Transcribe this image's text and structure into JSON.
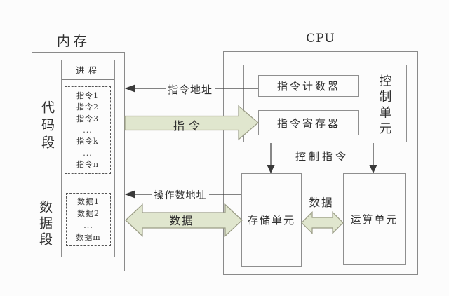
{
  "diagram": {
    "memory": {
      "title": "内存",
      "code_segment_label": "代码段",
      "data_segment_label": "数据段",
      "process": {
        "title": "进程",
        "instructions": [
          "指令1",
          "指令2",
          "指令3",
          "...",
          "指令k",
          "...",
          "指令n"
        ],
        "data_items": [
          "数据1",
          "数据2",
          "...",
          "数据m"
        ]
      }
    },
    "cpu": {
      "title": "CPU",
      "control_unit_label": "控制单元",
      "instruction_counter": "指令计数器",
      "instruction_register": "指令寄存器",
      "control_signal_label": "控制指令",
      "storage_unit": "存储单元",
      "alu_unit": "运算单元",
      "internal_data_label": "数据"
    },
    "buses": {
      "instruction_address": "指令地址",
      "instruction": "指令",
      "operand_address": "操作数地址",
      "data": "数据"
    }
  },
  "colors": {
    "background": "#fcfcfc",
    "box_border": "#8a8a8a",
    "block_arrow_fill": "#e0e6ce",
    "block_arrow_stroke": "#9a9c85",
    "thin_line": "#3a3a3a",
    "text": "#333333"
  }
}
